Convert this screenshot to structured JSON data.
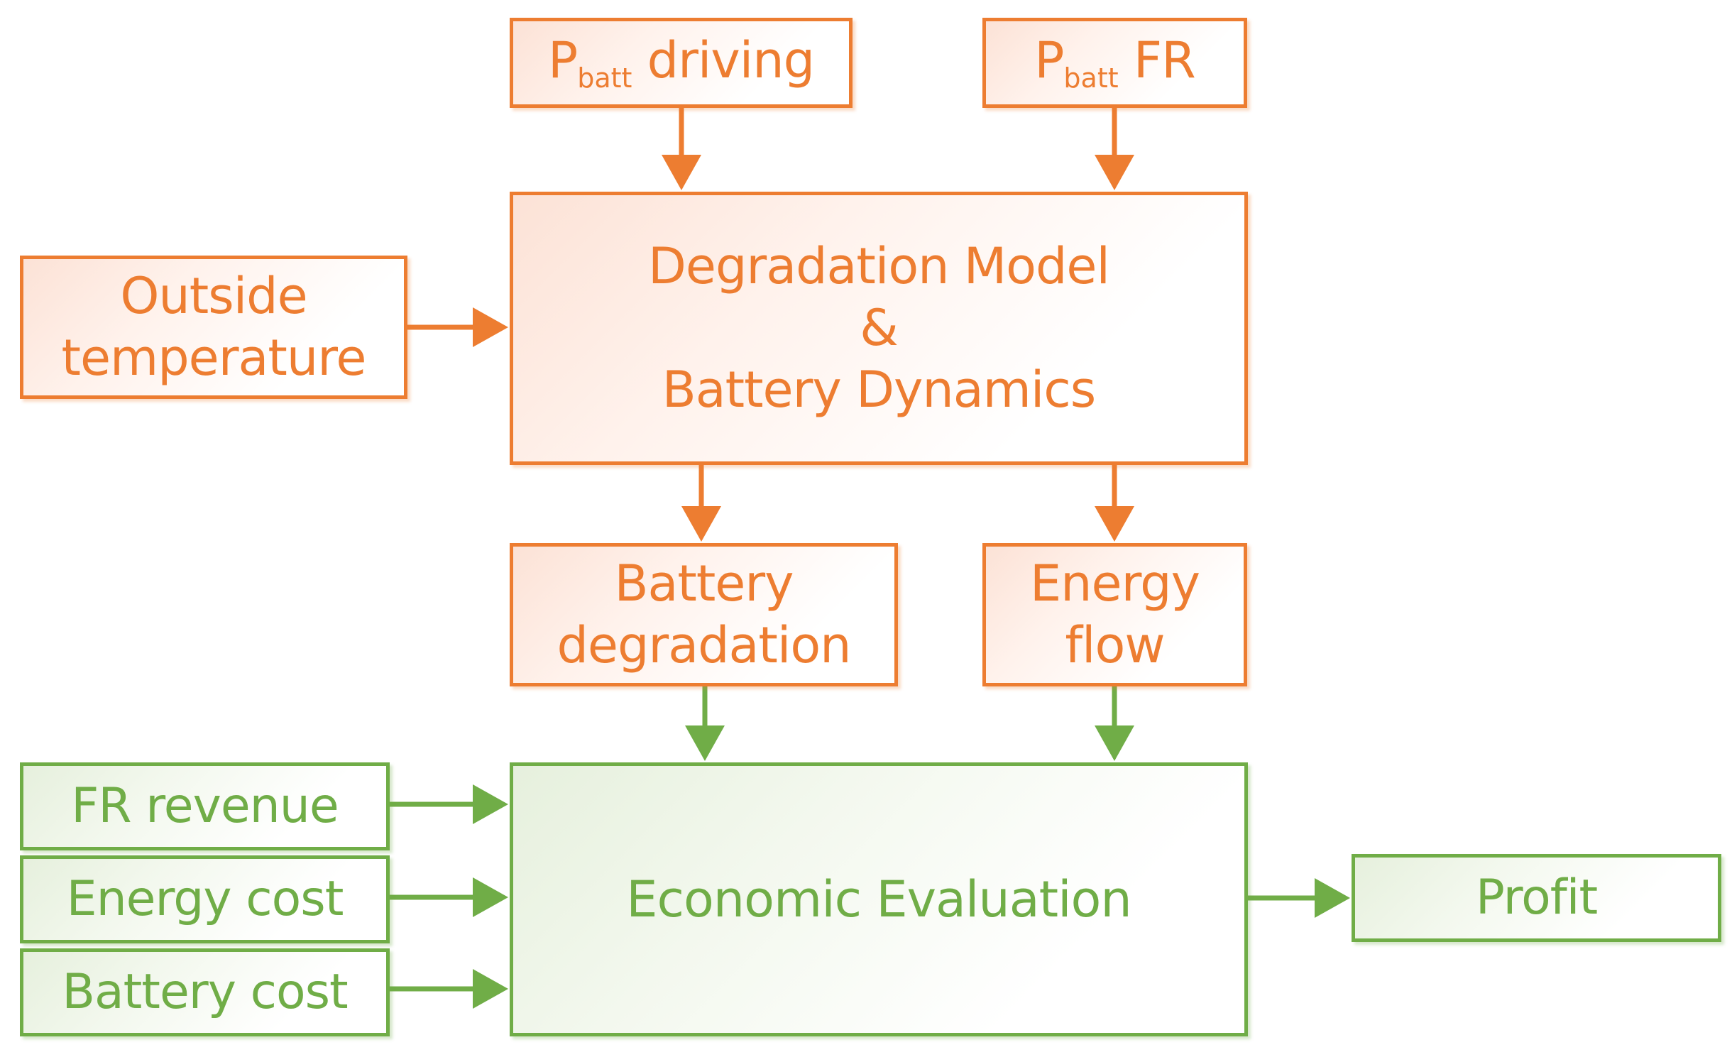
{
  "diagram": {
    "colors": {
      "orange": "#ED7D31",
      "green": "#70AD47"
    },
    "inputs": {
      "p_batt_driving": {
        "symbol": "P",
        "subscript": "batt",
        "suffix": " driving"
      },
      "p_batt_fr": {
        "symbol": "P",
        "subscript": "batt",
        "suffix": " FR"
      },
      "outside_temperature": {
        "line1": "Outside",
        "line2": "temperature"
      }
    },
    "degradation_model": {
      "line1": "Degradation Model",
      "line2": "&",
      "line3": "Battery Dynamics"
    },
    "outputs": {
      "battery_degradation": {
        "line1": "Battery",
        "line2": "degradation"
      },
      "energy_flow": {
        "line1": "Energy",
        "line2": "flow"
      }
    },
    "economic_inputs": {
      "fr_revenue": "FR revenue",
      "energy_cost": "Energy cost",
      "battery_cost": "Battery cost"
    },
    "economic_evaluation": "Economic Evaluation",
    "profit": "Profit"
  }
}
